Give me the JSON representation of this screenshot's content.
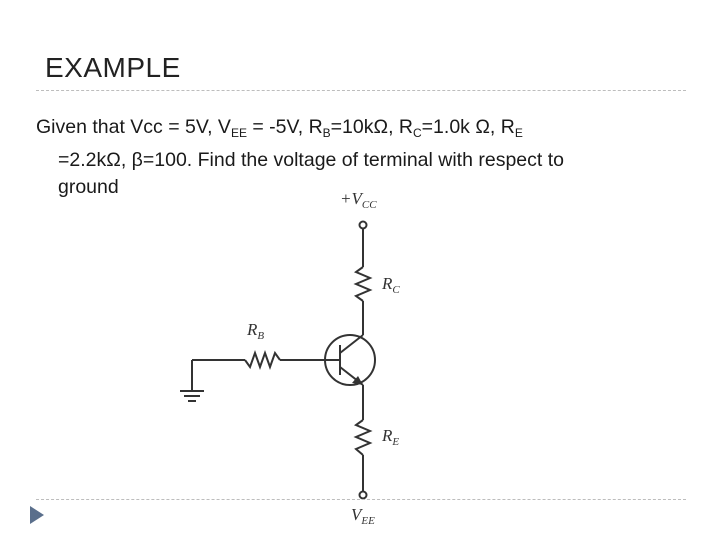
{
  "title": "EXAMPLE",
  "problem": {
    "given_text": "Given that Vcc = 5V, V",
    "vee_sub": "EE",
    "vee_val": " = -5V, R",
    "rb_sub": "B",
    "rb_val": "=10kΩ, R",
    "rc_sub": "C",
    "rc_val": "=1.0k Ω, R",
    "re_sub": "E",
    "line2": "=2.2kΩ, β=100. Find the voltage of terminal with respect to",
    "line3": "ground"
  },
  "circuit": {
    "vcc_label": "+V",
    "vcc_sub": "CC",
    "rc_label": "R",
    "rc_sub": "C",
    "rb_label": "R",
    "rb_sub": "B",
    "re_label": "R",
    "re_sub": "E",
    "vee_label": "V",
    "vee_sub": "EE"
  }
}
